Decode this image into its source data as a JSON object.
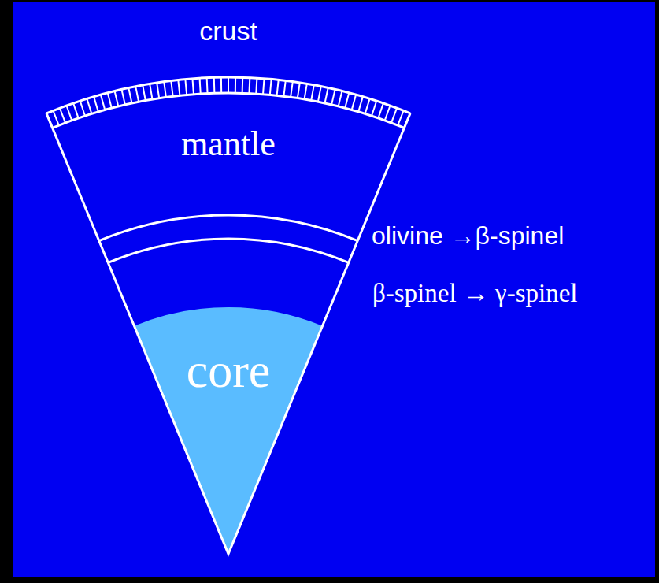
{
  "diagram": {
    "nodes": [
      {
        "text": [
          "crust"
        ]
      },
      {
        "text": [
          "mantle"
        ]
      },
      {
        "text": [
          "core"
        ]
      }
    ],
    "labels": [
      "olivine →β-spinel",
      "β-spinel → γ-spinel"
    ]
  }
}
